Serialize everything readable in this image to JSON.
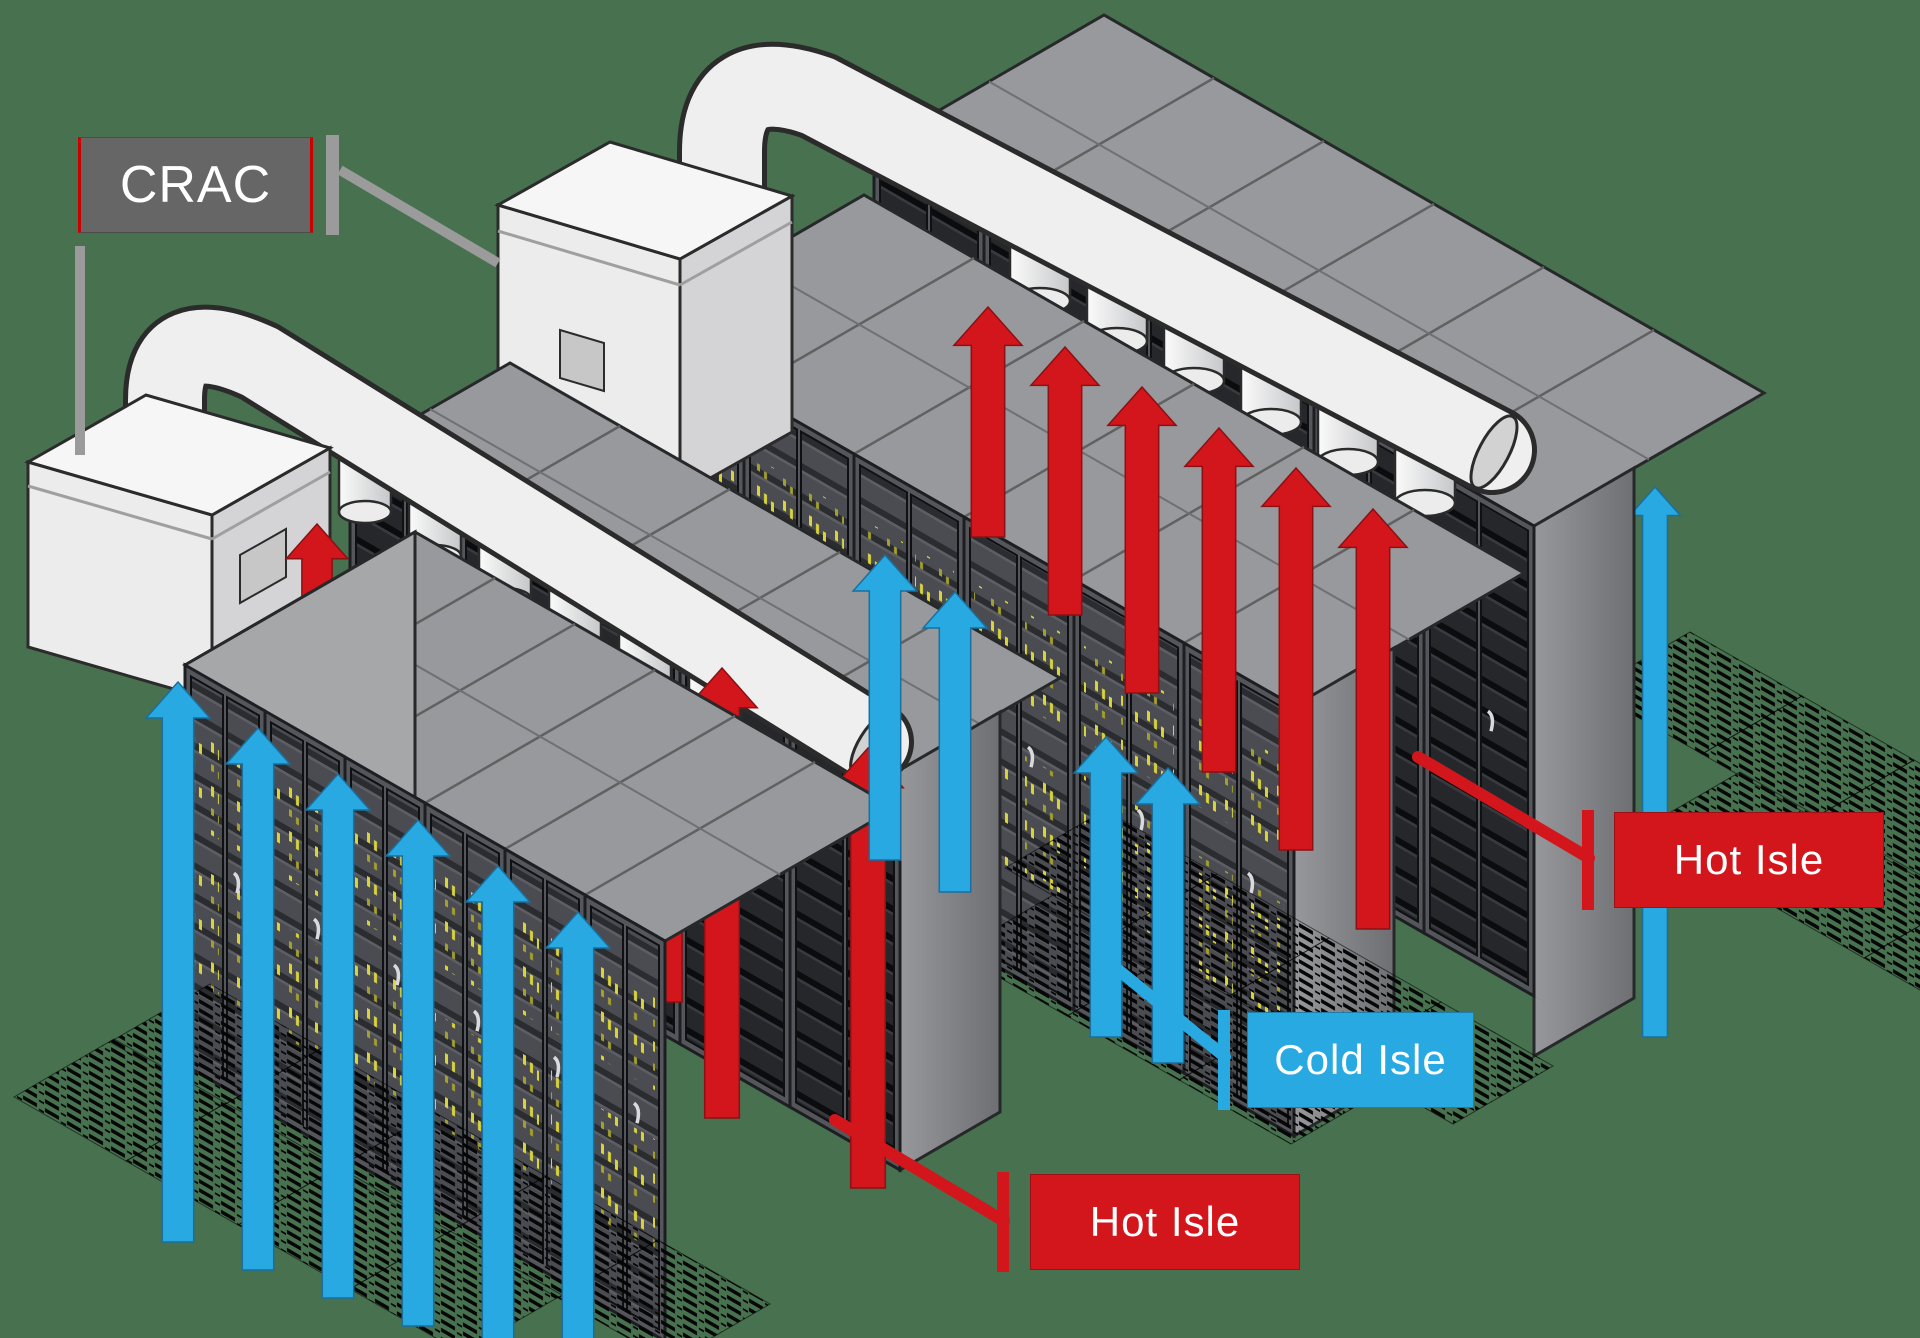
{
  "diagram": {
    "labels": {
      "crac": {
        "text": "CRAC"
      },
      "hot_isle_right": {
        "text": "Hot Isle"
      },
      "cold_isle": {
        "text": "Cold Isle"
      },
      "hot_isle_bottom": {
        "text": "Hot Isle"
      }
    },
    "colors": {
      "background": "#47714f",
      "hot": "#d2161c",
      "hot_edge": "#8c1014",
      "cold": "#29a9e1",
      "cold_edge": "#1a6f9e",
      "crac_label_bg": "#666667",
      "crac_label_edge": "#cc0000",
      "connector_gray": "#9b9b9b",
      "duct": "#efefef",
      "duct_outline": "#2b2b2b",
      "rack_top": "#98999c",
      "rack_frame": "#54565b",
      "rack_front_door": "#4a4c51",
      "rack_back_door": "#26272b",
      "led_yellow": "#d9d43c",
      "tile_black": "#060606",
      "crac_body": "#ececec"
    },
    "counts": {
      "crac_units": 2,
      "rack_rows": 4,
      "overhead_ducts": 2,
      "duct_intake_funnels": 12,
      "hot_air_arrows": 14,
      "cold_air_arrows": 11,
      "perforated_tile_patches": 3
    }
  }
}
